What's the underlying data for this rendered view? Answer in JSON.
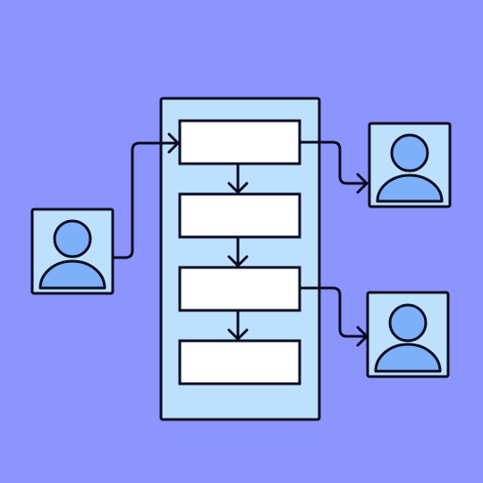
{
  "colors": {
    "background": "#8B95FD",
    "container_fill": "#BDE0FC",
    "step_fill": "#FFFFFF",
    "avatar_card_fill": "#BDE0FC",
    "avatar_figure_fill": "#7EAFF9",
    "stroke": "#0B0B22"
  },
  "diagram": {
    "kind": "workflow",
    "container": "process-container",
    "steps": [
      "step-1",
      "step-2",
      "step-3",
      "step-4"
    ],
    "users": [
      {
        "id": "user-left",
        "icon": "user-icon"
      },
      {
        "id": "user-right-top",
        "icon": "user-icon"
      },
      {
        "id": "user-right-bottom",
        "icon": "user-icon"
      }
    ],
    "connections": [
      {
        "from": "user-left",
        "to": "step-1"
      },
      {
        "from": "step-1",
        "to": "step-2"
      },
      {
        "from": "step-2",
        "to": "step-3"
      },
      {
        "from": "step-3",
        "to": "step-4"
      },
      {
        "from": "step-1",
        "to": "user-right-top"
      },
      {
        "from": "step-3",
        "to": "user-right-bottom"
      }
    ]
  }
}
